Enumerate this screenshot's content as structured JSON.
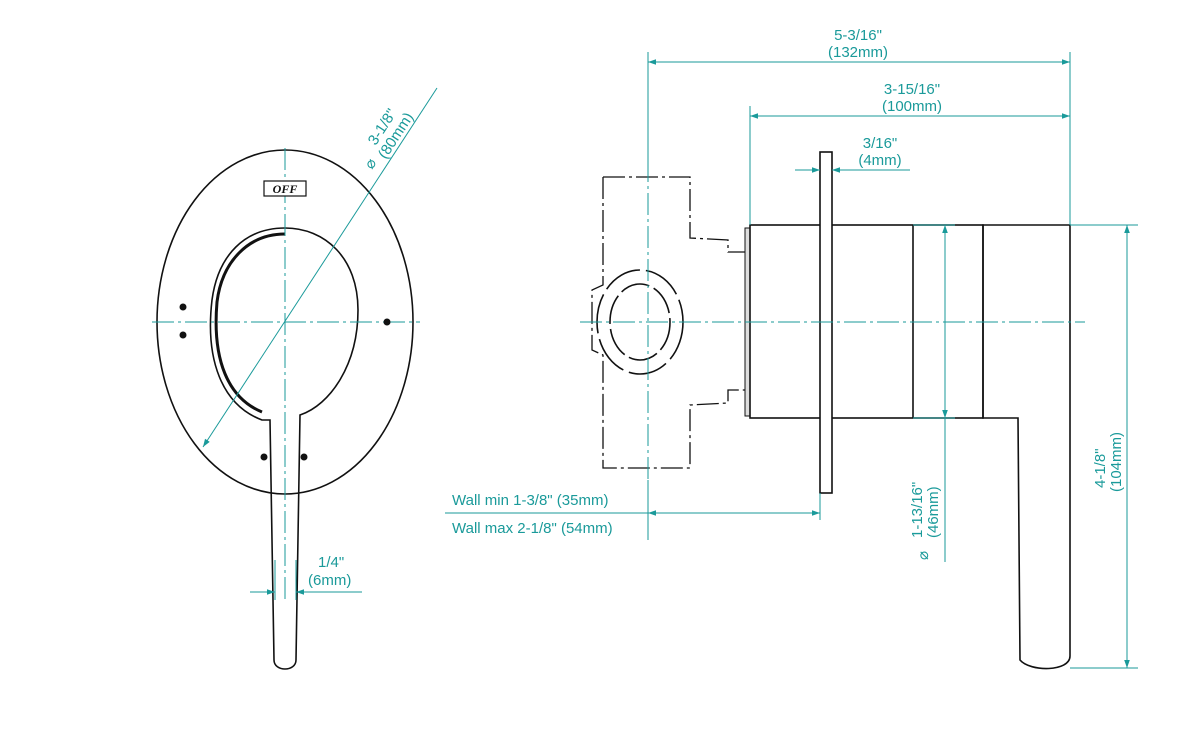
{
  "drawing": {
    "front_view": {
      "off_label": "OFF",
      "diameter_symbol": "⌀",
      "plate_diameter_in": "3-1/8\"",
      "plate_diameter_mm": "(80mm)",
      "lever_width_in": "1/4\"",
      "lever_width_mm": "(6mm)"
    },
    "side_view": {
      "total_depth_in": "5-3/16\"",
      "total_depth_mm": "(132mm)",
      "trim_depth_in": "3-15/16\"",
      "trim_depth_mm": "(100mm)",
      "plate_thickness_in": "3/16\"",
      "plate_thickness_mm": "(4mm)",
      "wall_min": "Wall min 1-3/8\" (35mm)",
      "wall_max": "Wall max 2-1/8\" (54mm)",
      "diameter_symbol": "⌀",
      "body_diameter_in": "1-13/16\"",
      "body_diameter_mm": "(46mm)",
      "height_in": "4-1/8\"",
      "height_mm": "(104mm)"
    },
    "colors": {
      "dimension": "#1a9a9a",
      "outline": "#111111"
    }
  }
}
